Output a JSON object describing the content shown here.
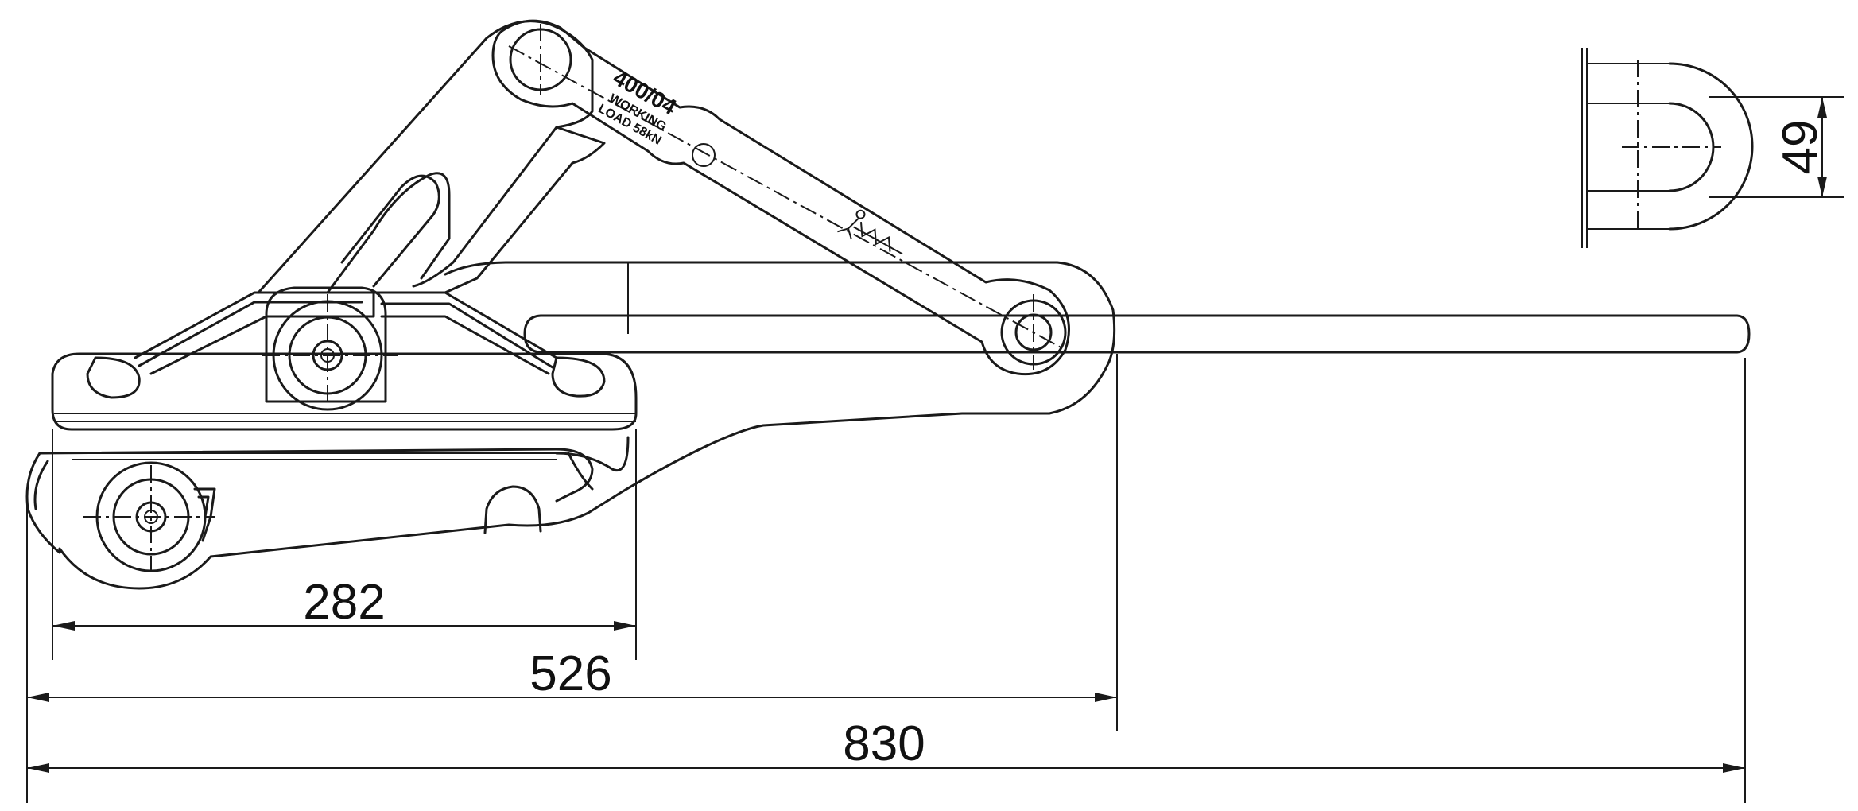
{
  "dimensions": {
    "d282": "282",
    "d526": "526",
    "d830": "830",
    "d49": "49"
  },
  "stamp": {
    "model": "400/04",
    "line1": "WORKING",
    "line2": "LOAD 58kN"
  },
  "colors": {
    "line": "#1a1a1a",
    "background": "#ffffff"
  }
}
